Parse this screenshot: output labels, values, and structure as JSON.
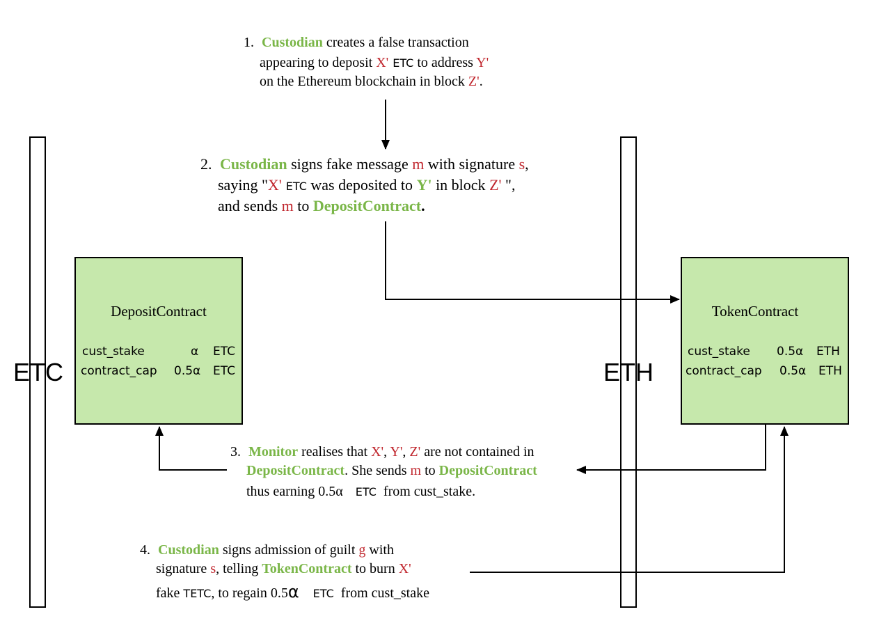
{
  "colors": {
    "highlight": "#7ab648",
    "variable": "#c0262d",
    "box_fill": "#c6e8ac",
    "stroke": "#000000"
  },
  "chains": {
    "left_label": "ETC",
    "right_label": "ETH"
  },
  "deposit_contract": {
    "title": "DepositContract",
    "rows": [
      {
        "name": "cust_stake",
        "value": "α",
        "unit": "ETC"
      },
      {
        "name": "contract_cap",
        "value": "0.5α",
        "unit": "ETC"
      }
    ]
  },
  "token_contract": {
    "title": "TokenContract",
    "rows": [
      {
        "name": "cust_stake",
        "value": "0.5α",
        "unit": "ETH"
      },
      {
        "name": "contract_cap",
        "value": "0.5α",
        "unit": "ETH"
      }
    ]
  },
  "steps": {
    "s1": {
      "num": "1.",
      "custodian": "Custodian",
      "t1": " creates a false transaction",
      "t2": "appearing to deposit ",
      "x": "X'",
      "etc": "ETC",
      "t3": " to address ",
      "y": "Y'",
      "t4": "on the Ethereum blockchain in block ",
      "z": "Z'",
      "t5": "."
    },
    "s2": {
      "num": "2.",
      "custodian": "Custodian",
      "t1": " signs fake message ",
      "m": "m",
      "t2": " with signature ",
      "s": "s",
      "t3": ",",
      "t4": "saying \"",
      "x": "X'",
      "etc": "ETC",
      "t5": " was deposited to ",
      "y": "Y'",
      "t6": " in block ",
      "z": "Z'",
      "t7": " \",",
      "t8": "and sends ",
      "m2": "m",
      "t9": " to ",
      "deposit": "DepositContract",
      "t10": "."
    },
    "s3": {
      "num": "3.",
      "monitor": "Monitor",
      "t1": " realises that ",
      "x": "X'",
      "c1": ", ",
      "y": "Y'",
      "c2": ", ",
      "z": "Z'",
      "t2": " are not contained in",
      "deposit1": "DepositContract",
      "t3": ". She sends ",
      "m": "m",
      "t4": " to ",
      "deposit2": "DepositContract",
      "t5": "thus earning 0.5α",
      "etc": "ETC",
      "t6": "from cust_stake."
    },
    "s4": {
      "num": "4.",
      "custodian": "Custodian",
      "t1": " signs admission of guilt ",
      "g": "g",
      "t2": " with",
      "t3": "signature ",
      "s": "s",
      "t4": ", telling ",
      "token": "TokenContract",
      "t5": " to burn ",
      "x": "X'",
      "t6": "fake ",
      "tetc": "TETC",
      "t7": ", to regain 0.5",
      "alpha": "α",
      "etc": "ETC",
      "t8": "from cust_stake"
    }
  }
}
